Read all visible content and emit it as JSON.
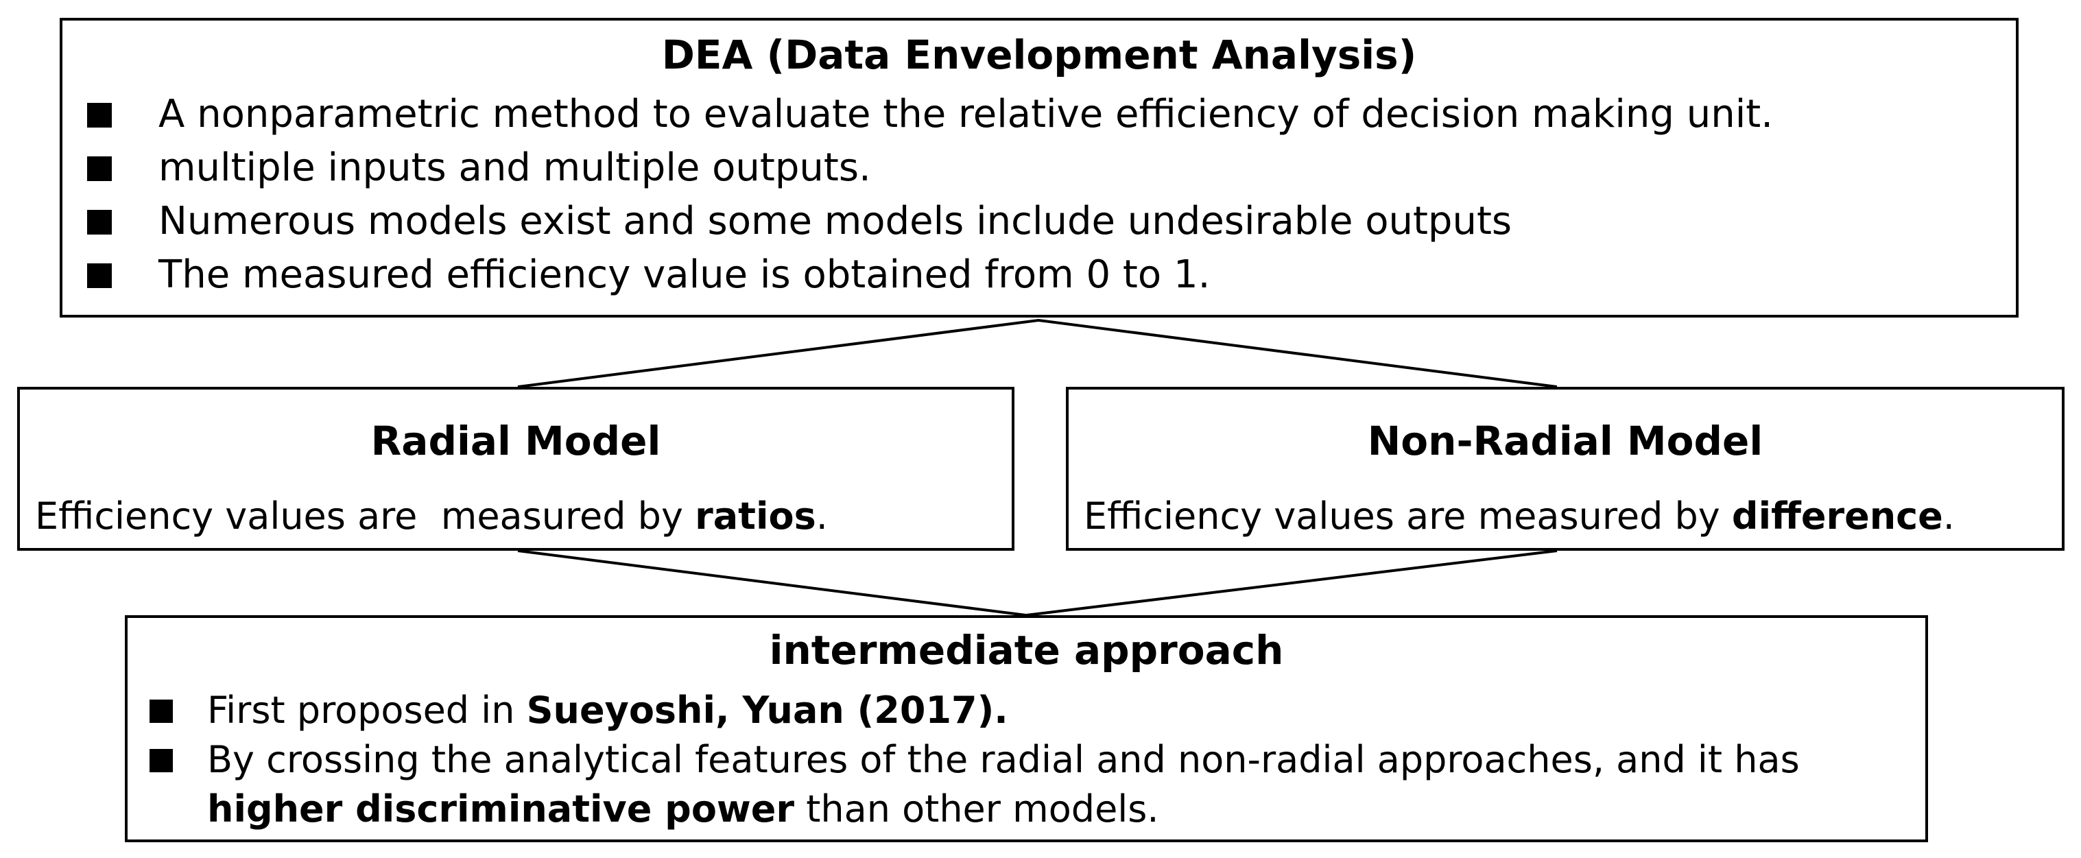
{
  "dea": {
    "title": "DEA (Data Envelopment Analysis)",
    "bullets": [
      "A nonparametric method to evaluate the relative efficiency of decision making unit.",
      "multiple inputs and multiple outputs.",
      "Numerous models exist and some models include undesirable outputs",
      "The measured efficiency value is obtained from 0 to 1."
    ]
  },
  "radial": {
    "title": "Radial Model",
    "desc_prefix": "Efficiency values are  measured by ",
    "desc_bold": "ratios",
    "desc_suffix": "."
  },
  "nonradial": {
    "title": "Non-Radial Model",
    "desc_prefix": "Efficiency values are measured by ",
    "desc_bold": "difference",
    "desc_suffix": "."
  },
  "intermediate": {
    "title": "intermediate approach",
    "bullet1_prefix": "First proposed in ",
    "bullet1_bold": "Sueyoshi, Yuan (2017).",
    "bullet2_line1": "By crossing the analytical features of the radial and non-radial approaches, and it has",
    "bullet2_line2_bold": "higher discriminative power",
    "bullet2_line2_rest": " than other models."
  }
}
